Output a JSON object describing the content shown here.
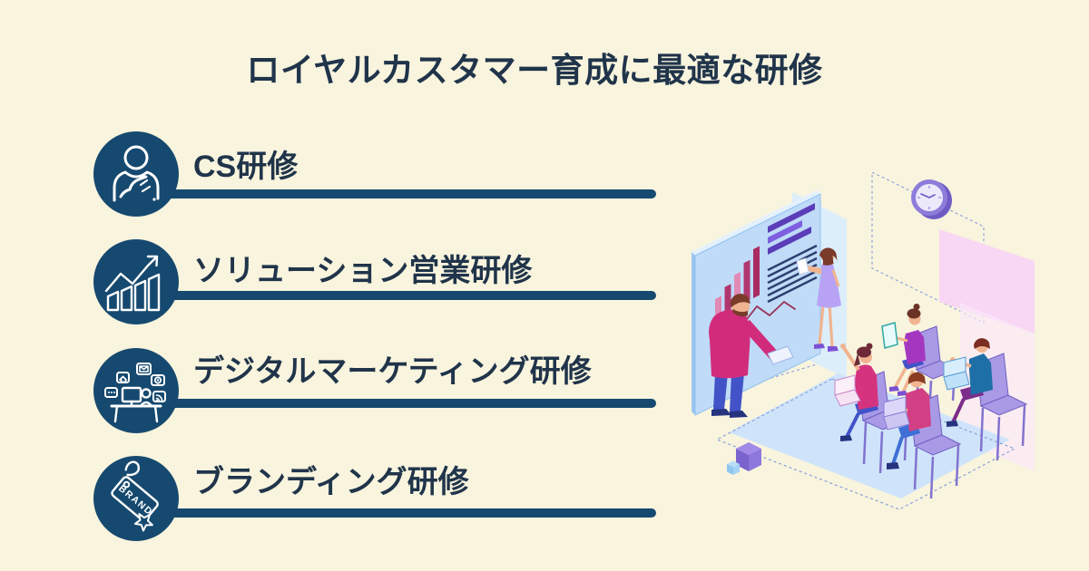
{
  "title": "ロイヤルカスタマー育成に最適な研修",
  "items": [
    {
      "label": "CS研修",
      "icon": "customer-satisfaction-person-icon"
    },
    {
      "label": "ソリューション営業研修",
      "icon": "sales-growth-chart-icon"
    },
    {
      "label": "デジタルマーケティング研修",
      "icon": "digital-marketing-desk-icon"
    },
    {
      "label": "ブランディング研修",
      "icon": "brand-tag-icon"
    }
  ],
  "brand_tag_label": "BRAND",
  "colors": {
    "background": "#f8f4de",
    "navy": "#16496f",
    "text": "#20344a",
    "accent_magenta": "#d6337e",
    "accent_purple": "#8a79d8",
    "board_light_blue": "#bfdbf8",
    "panel_pink": "#f8d7f5",
    "floor_blue": "#cfe4fa"
  },
  "illustration": {
    "name": "isometric-training-seminar-scene",
    "elements": [
      "presentation-board-with-charts",
      "standing-observer-with-tablet",
      "presenter-woman",
      "wall-clock",
      "dashed-wall-outline",
      "pink-wall-panel",
      "audience-raising-hand-woman",
      "audience-tablet-woman",
      "audience-laptop-man-front",
      "audience-laptop-man-right",
      "isometric-floor",
      "decorative-cubes"
    ]
  }
}
